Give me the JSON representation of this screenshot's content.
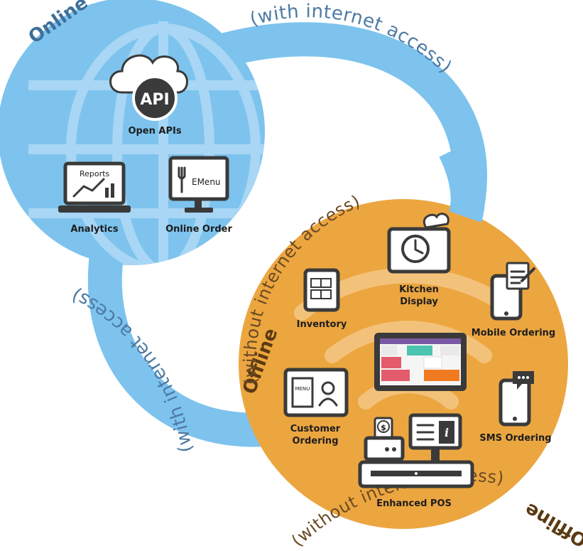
{
  "online": {
    "title": "Online",
    "access_top": "(with internet access)",
    "access_left": "(with internet access)",
    "items": {
      "api_badge": "API",
      "open_apis": "Open APIs",
      "reports": "Reports",
      "analytics": "Analytics",
      "emenu": "EMenu",
      "online_order": "Online Order"
    }
  },
  "offline": {
    "title": "Offline",
    "access": "(without internet access)",
    "title_bottom": "Offline",
    "access_bottom": "(without internet access)",
    "items": {
      "kitchen_display_1": "Kitchen",
      "kitchen_display_2": "Display",
      "inventory": "Inventory",
      "mobile_ordering": "Mobile Ordering",
      "customer_ordering_1": "Customer",
      "customer_ordering_2": "Ordering",
      "menu_badge": "MENU",
      "sms_ordering": "SMS Ordering",
      "enhanced_pos": "Enhanced POS",
      "info_glyph": "i",
      "dollar_glyph": "$"
    }
  },
  "colors": {
    "online_blue": "#7dc3ee",
    "online_grid": "#a8d6f4",
    "offline_orange": "#eca640",
    "offline_wave": "#f3c27a",
    "device_dark": "#3a3a3a"
  },
  "icons": [
    "cloud-icon",
    "reports-laptop-icon",
    "emenu-monitor-icon",
    "kitchen-display-icon",
    "inventory-tablet-icon",
    "mobile-clipboard-icon",
    "pos-tablet-icon",
    "customer-menu-icon",
    "sms-phone-icon",
    "enhanced-pos-icon",
    "wifi-waves-icon"
  ]
}
